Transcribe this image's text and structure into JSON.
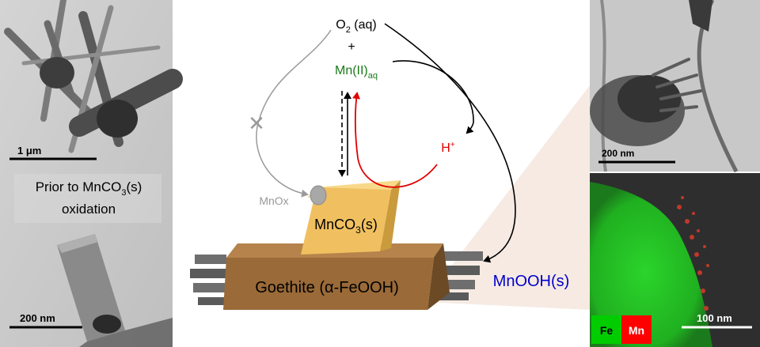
{
  "left_panel": {
    "top_scale": "1 μm",
    "caption_line1_pre": "Prior to MnCO",
    "caption_line1_sub": "3",
    "caption_line1_post": "(s)",
    "caption_line2": "oxidation",
    "bottom_scale": "200 nm"
  },
  "center": {
    "o2_main": "O",
    "o2_sub": "2",
    "o2_post": " (aq)",
    "plus": "+",
    "mn2_main": "Mn(II)",
    "mn2_sub": "aq",
    "cross": "✕",
    "mnox": "MnOx",
    "hplus_main": "H",
    "hplus_sup": "+",
    "mnco3_main": "MnCO",
    "mnco3_sub": "3",
    "mnco3_post": "(s)",
    "goethite": "Goethite (α-FeOOH)",
    "mnooh": "MnOOH(s)"
  },
  "right_panel": {
    "top_scale": "200  nm",
    "legend_fe": "Fe",
    "legend_mn": "Mn",
    "bottom_scale": "100 nm"
  },
  "colors": {
    "mn2": "#1a7a1a",
    "hplus": "#e00000",
    "mnooh": "#0000cc",
    "grey": "#999999",
    "goethite": "#9a6a38",
    "mnco3": "#f0c060",
    "fe_legend": "#00cc00",
    "mn_legend": "#ff0000"
  }
}
